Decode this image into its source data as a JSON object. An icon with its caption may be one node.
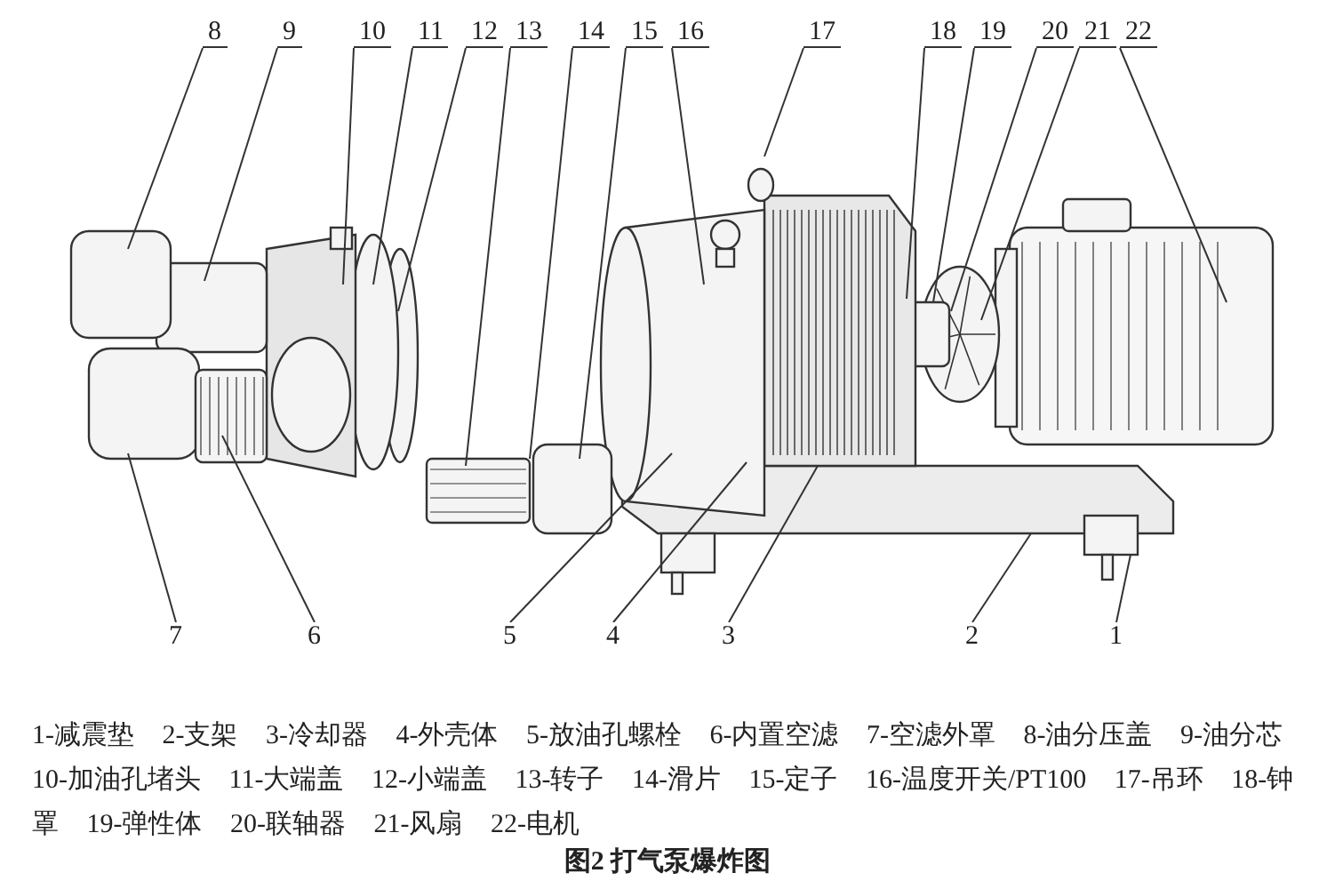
{
  "diagram": {
    "caption": "图2 打气泵爆炸图",
    "nodes": [
      {
        "text": [
          "8"
        ]
      },
      {
        "text": [
          "9"
        ]
      },
      {
        "text": [
          "10"
        ]
      },
      {
        "text": [
          "11"
        ]
      },
      {
        "text": [
          "12"
        ]
      },
      {
        "text": [
          "13"
        ]
      },
      {
        "text": [
          "14"
        ]
      },
      {
        "text": [
          "15"
        ]
      },
      {
        "text": [
          "16"
        ]
      },
      {
        "text": [
          "17"
        ]
      },
      {
        "text": [
          "18"
        ]
      },
      {
        "text": [
          "19"
        ]
      },
      {
        "text": [
          "20"
        ]
      },
      {
        "text": [
          "21"
        ]
      },
      {
        "text": [
          "22"
        ]
      },
      {
        "text": [
          "7"
        ]
      },
      {
        "text": [
          "6"
        ]
      },
      {
        "text": [
          "5"
        ]
      },
      {
        "text": [
          "4"
        ]
      },
      {
        "text": [
          "3"
        ]
      },
      {
        "text": [
          "2"
        ]
      },
      {
        "text": [
          "1"
        ]
      }
    ],
    "edges": [
      {
        "from": 0,
        "to": null,
        "arrow": "none"
      },
      {
        "from": 1,
        "to": null,
        "arrow": "none"
      },
      {
        "from": 2,
        "to": null,
        "arrow": "none"
      },
      {
        "from": 3,
        "to": null,
        "arrow": "none"
      },
      {
        "from": 4,
        "to": null,
        "arrow": "none"
      },
      {
        "from": 5,
        "to": null,
        "arrow": "none"
      },
      {
        "from": 6,
        "to": null,
        "arrow": "none"
      },
      {
        "from": 7,
        "to": null,
        "arrow": "none"
      },
      {
        "from": 8,
        "to": null,
        "arrow": "none"
      },
      {
        "from": 9,
        "to": null,
        "arrow": "none"
      },
      {
        "from": 10,
        "to": null,
        "arrow": "none"
      },
      {
        "from": 11,
        "to": null,
        "arrow": "none"
      },
      {
        "from": 12,
        "to": null,
        "arrow": "none"
      },
      {
        "from": 13,
        "to": null,
        "arrow": "none"
      },
      {
        "from": 14,
        "to": null,
        "arrow": "none"
      },
      {
        "from": 15,
        "to": null,
        "arrow": "none"
      },
      {
        "from": 16,
        "to": null,
        "arrow": "none"
      },
      {
        "from": 17,
        "to": null,
        "arrow": "none"
      },
      {
        "from": 18,
        "to": null,
        "arrow": "none"
      },
      {
        "from": 19,
        "to": null,
        "arrow": "none"
      },
      {
        "from": 20,
        "to": null,
        "arrow": "none"
      },
      {
        "from": 21,
        "to": null,
        "arrow": "none"
      }
    ],
    "labels": [
      "1-减震垫",
      "2-支架",
      "3-冷却器",
      "4-外壳体",
      "5-放油孔螺栓",
      "6-内置空滤",
      "7-空滤外罩",
      "8-油分压盖",
      "9-油分芯",
      "10-加油孔堵头",
      "11-大端盖",
      "12-小端盖",
      "13-转子",
      "14-滑片",
      "15-定子",
      "16-温度开关/PT100",
      "17-吊环",
      "18-钟罩",
      "19-弹性体",
      "20-联轴器",
      "21-风扇",
      "22-电机"
    ]
  }
}
